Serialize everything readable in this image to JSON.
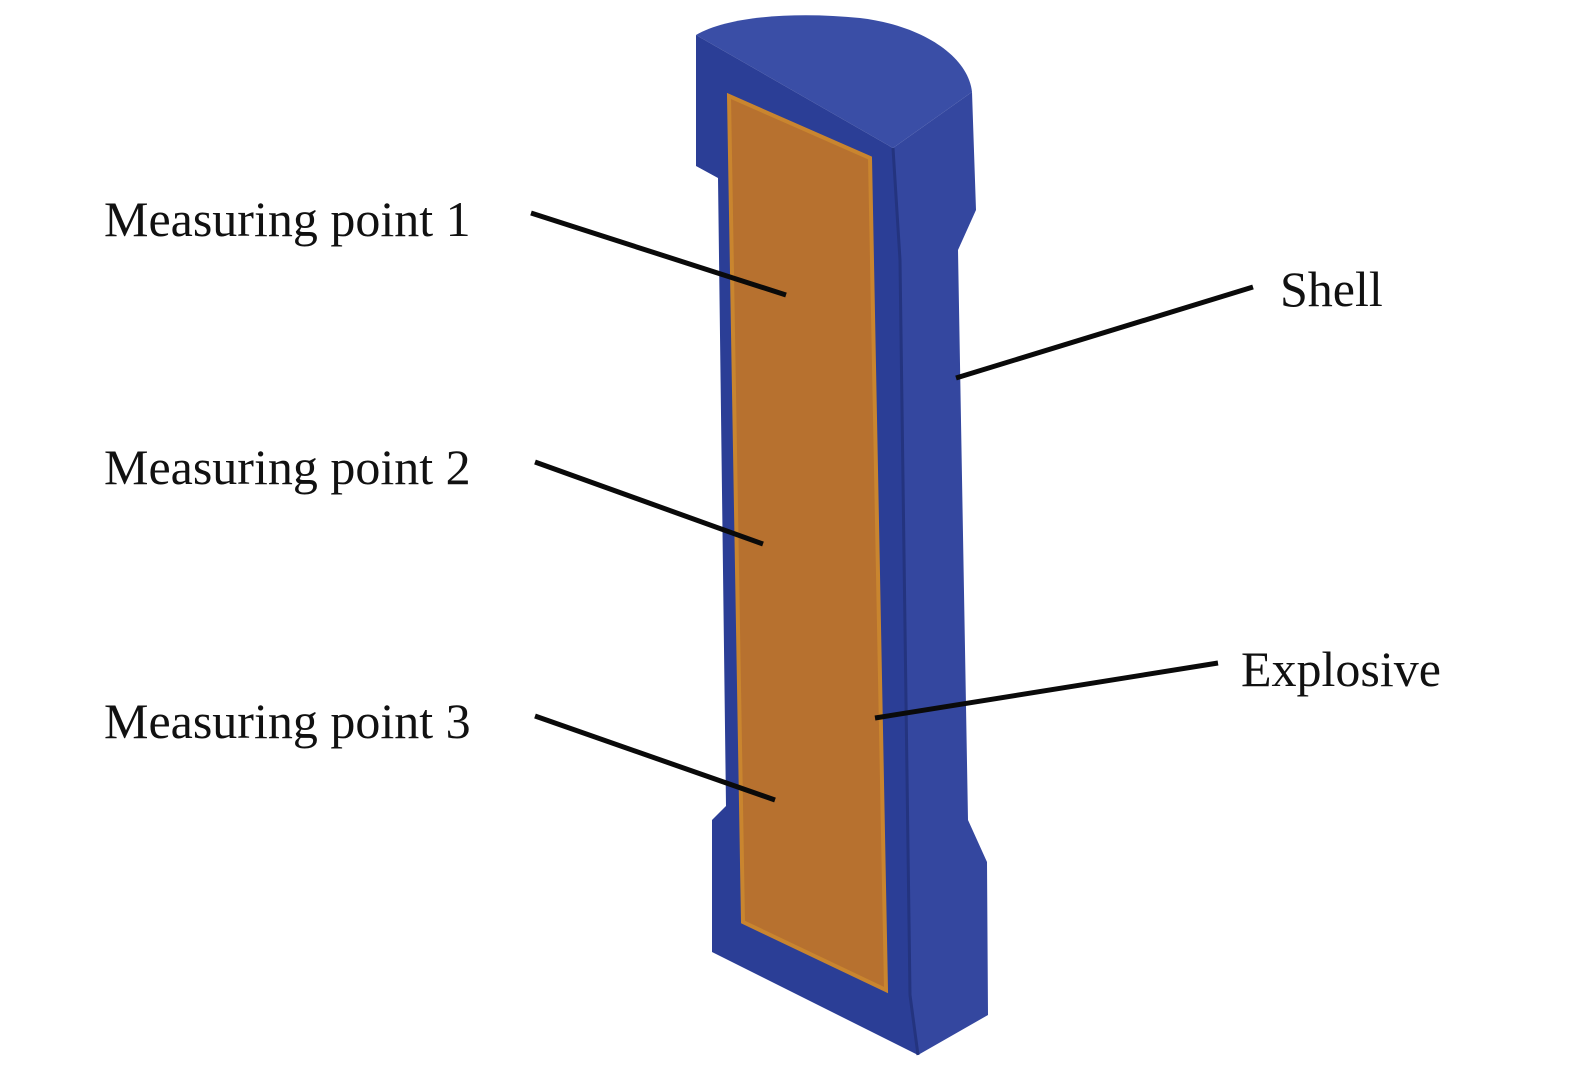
{
  "labels": {
    "measuring_point_1": "Measuring point 1",
    "measuring_point_2": "Measuring point 2",
    "measuring_point_3": "Measuring point 3",
    "shell": "Shell",
    "explosive": "Explosive"
  },
  "colors": {
    "shell_face": "#2b3e96",
    "shell_side": "#34479f",
    "shell_top": "#3a4ea6",
    "shell_edge": "#24347f",
    "explosive_fill": "#b7712f",
    "explosive_border": "#c9852f",
    "leader_line": "#0a0a0a",
    "text": "#111111"
  }
}
